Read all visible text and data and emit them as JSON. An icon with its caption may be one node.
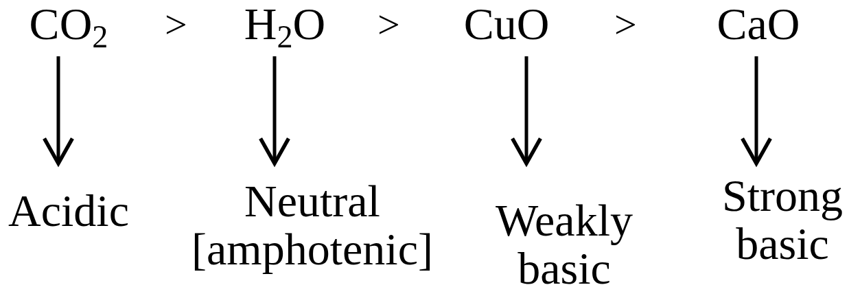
{
  "diagram": {
    "nodes": [
      {
        "text": [
          "CO$_{2}$"
        ]
      },
      {
        "text": [
          "H$_{2}$O"
        ]
      },
      {
        "text": [
          "CuO"
        ]
      },
      {
        "text": [
          "CaO"
        ]
      },
      {
        "text": [
          "Acidic"
        ]
      },
      {
        "text": [
          "Neutral [amphotenic]"
        ]
      },
      {
        "text": [
          "Weakly basic"
        ]
      },
      {
        "text": [
          "Strong basic"
        ]
      }
    ],
    "edges": [
      {
        "from": 0,
        "to": 4,
        "arrow": "to"
      },
      {
        "from": 1,
        "to": 5,
        "arrow": "to"
      },
      {
        "from": 2,
        "to": 6,
        "arrow": "to"
      },
      {
        "from": 3,
        "to": 7,
        "arrow": "to"
      }
    ],
    "labels": [
      ">",
      ">",
      ">"
    ]
  }
}
